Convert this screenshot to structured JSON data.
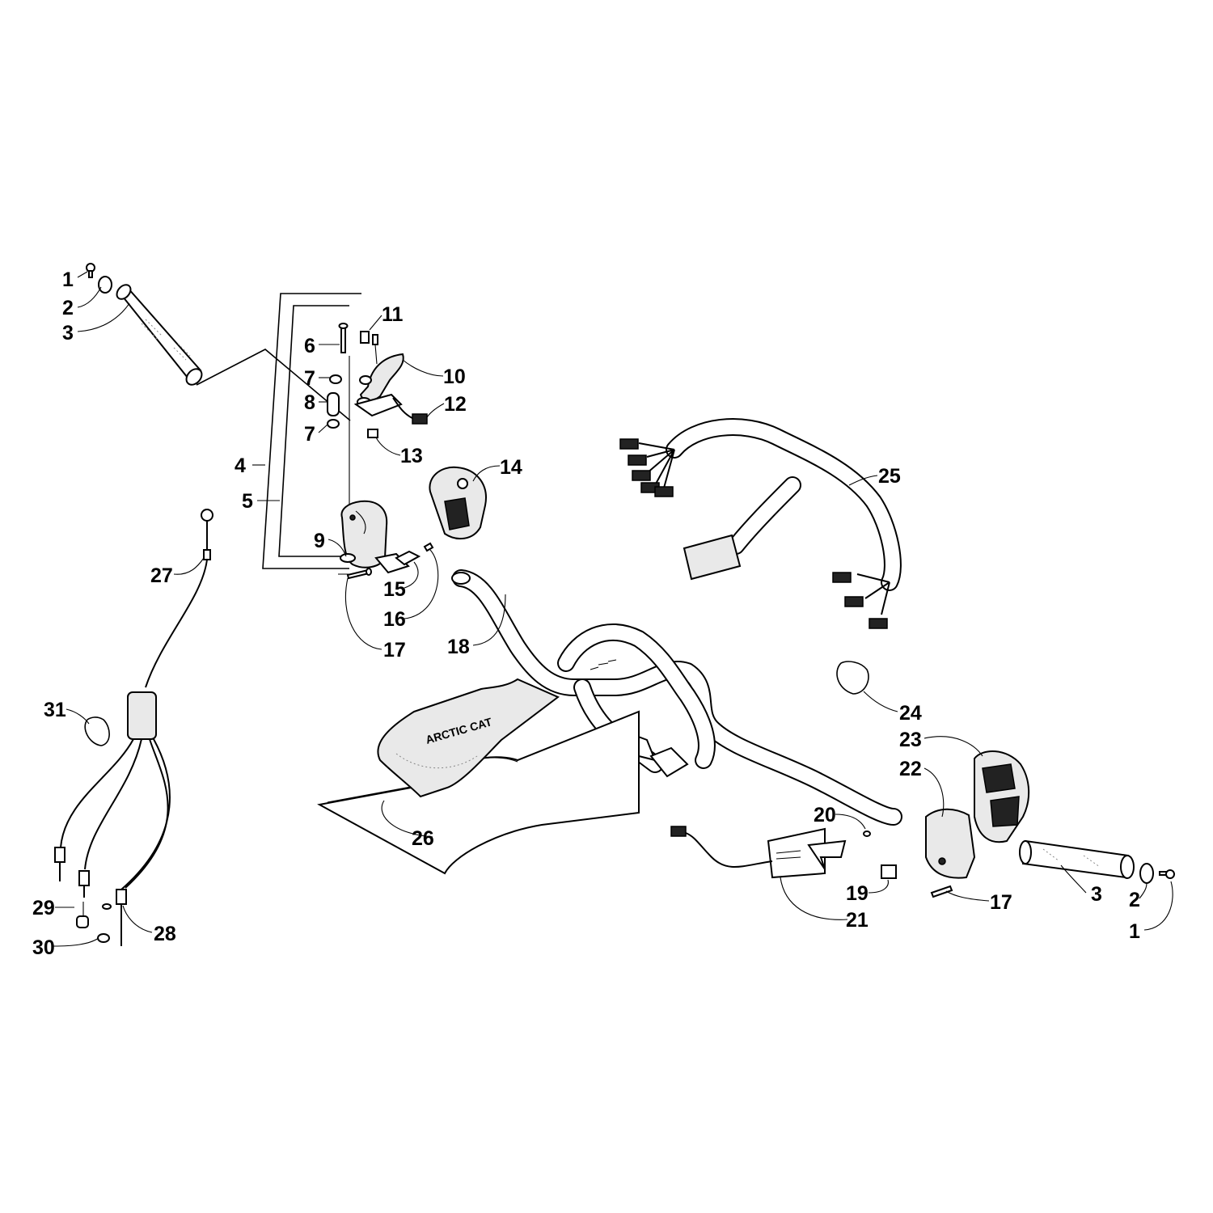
{
  "diagram": {
    "brand_text": "ARCTIC CAT",
    "callouts": [
      "1",
      "2",
      "3",
      "4",
      "5",
      "6",
      "7",
      "8",
      "7",
      "9",
      "10",
      "11",
      "12",
      "13",
      "14",
      "15",
      "16",
      "17",
      "18",
      "25",
      "27",
      "31",
      "24",
      "23",
      "22",
      "26",
      "20",
      "19",
      "21",
      "17",
      "3",
      "2",
      "1",
      "29",
      "28",
      "30"
    ]
  }
}
